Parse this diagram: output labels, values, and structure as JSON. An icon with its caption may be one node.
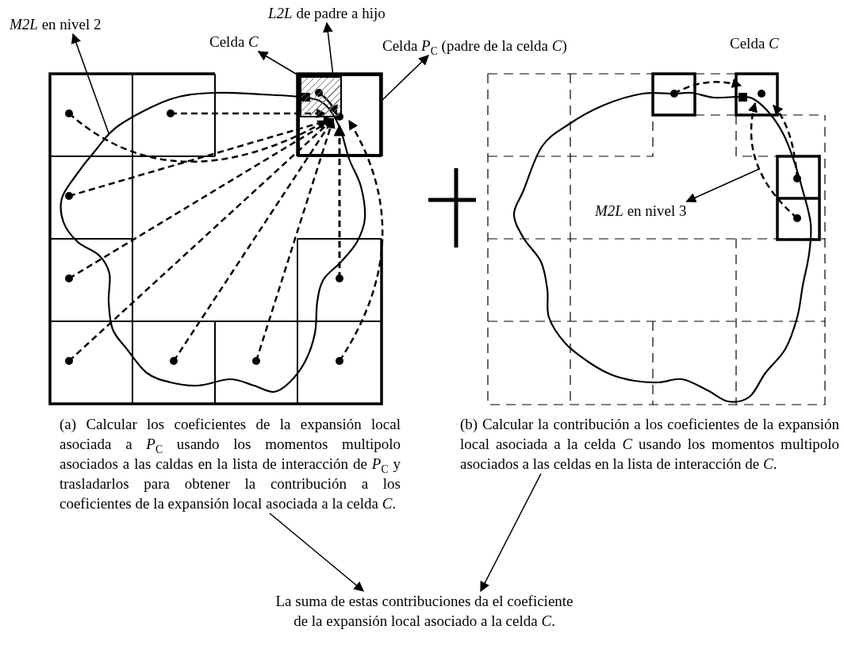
{
  "diagram": {
    "nodes": [
      {
        "text": [
          "*M2L* en nivel 2"
        ]
      },
      {
        "text": [
          "*L2L* de padre a hijo"
        ]
      },
      {
        "text": [
          "Celda *C*"
        ]
      },
      {
        "text": [
          "Celda *P*$_{C}$ (padre de la celda *C*)"
        ]
      },
      {
        "text": [],
        "shape": "box"
      },
      {
        "text": [],
        "shape": "box",
        "in": 4
      },
      {
        "text": [
          "*M2L* en nivel 3"
        ]
      },
      {
        "text": [
          "(a) Calcular los coeficientes de la expansión local asociada a *P*$_{C}$ usando los momentos multipolo asociados a las caldas en la lista de interacción de *P*$_{C}$ y trasladarlos para obtener la contribución a los coeficientes de la expansión local asociada a la celda *C*."
        ]
      },
      {
        "text": [
          "(b) Calcular la contribución a los coeficientes de la expansión local asociada a la celda *C* usando los momentos multipolo asociados a las celdas en la lista de interacción de *C*."
        ]
      },
      {
        "text": [
          "La suma de estas contribuciones da el coeficiente de la expansión local asociado a la celda *C*."
        ]
      }
    ],
    "edges": [
      {
        "from": null,
        "to": 0,
        "arrow": "to"
      },
      {
        "from": 5,
        "to": 1,
        "arrow": "to"
      },
      {
        "from": 5,
        "to": 2,
        "arrow": "to"
      },
      {
        "from": 4,
        "to": 3,
        "arrow": "to"
      },
      {
        "from": null,
        "to": 6,
        "arrow": "to"
      },
      {
        "from": 7,
        "to": 9,
        "arrow": "to"
      },
      {
        "from": 8,
        "to": 9,
        "arrow": "to"
      }
    ],
    "labels": [
      "Celda *C*"
    ]
  }
}
